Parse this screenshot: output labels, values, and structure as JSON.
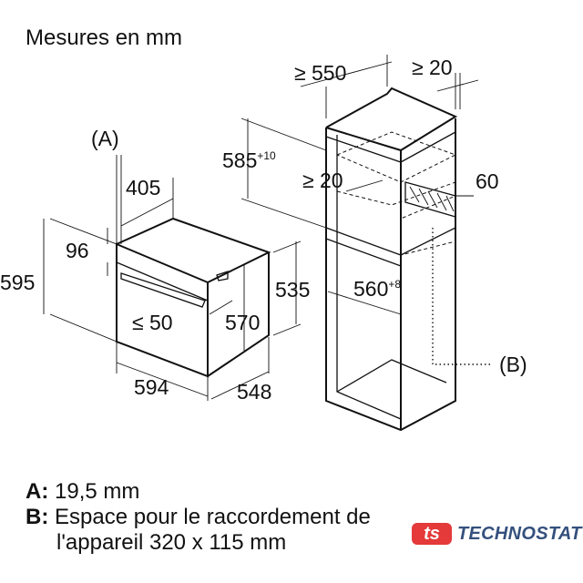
{
  "title": "Mesures en mm",
  "oven": {
    "label_a": "(A)",
    "depth_top": "405",
    "panel": "96",
    "height_total": "595",
    "height_inner": "570",
    "gap": "≤ 50",
    "width": "594",
    "depth": "548",
    "height_body": "535"
  },
  "cabinet": {
    "depth": "≥ 550",
    "gap_back": "≥ 20",
    "niche_height": "585",
    "niche_height_tol": "+10",
    "gap_inner": "≥ 20",
    "vent": "60",
    "width": "560",
    "width_tol": "+8",
    "label_b": "(B)"
  },
  "legend": {
    "a_key": "A:",
    "a_text": "19,5 mm",
    "b_key": "B:",
    "b_text_1": "Espace pour le raccordement de",
    "b_text_2": "l'appareil 320 x 115 mm"
  },
  "logo": {
    "mark": "ts",
    "text": "TECHNOSTATUS"
  },
  "colors": {
    "logo_red": "#e43a3a",
    "logo_blue": "#34507d"
  }
}
